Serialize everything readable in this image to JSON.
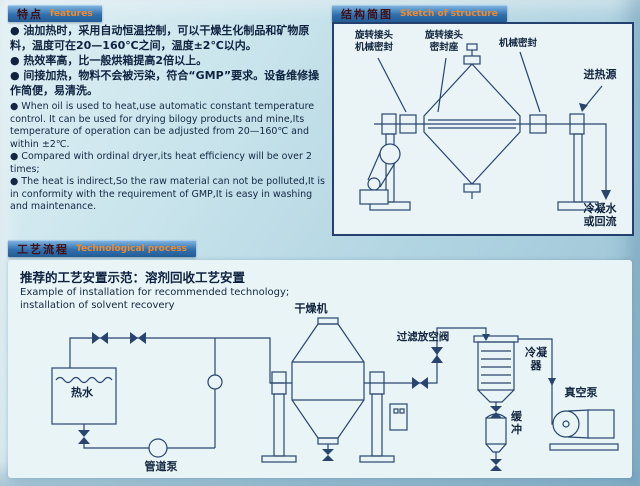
{
  "features": {
    "header_zh": "特点",
    "header_en": "features",
    "zh_bullets": [
      "● 油加热时，采用自动恒温控制，可以干燥生化制品和矿物原料，温度可在20—160℃之间，温度±2℃以内。",
      "● 热效率高，比一般烘箱提高2倍以上。",
      "● 间接加热，物料不会被污染，符合“GMP”要求。设备维修操作简便，易清洗。"
    ],
    "en_bullets": [
      "● When oil is used to heat,use automatic constant temperature control. It can be used for drying bilogy products and mine,Its temperature of operation can be adjusted from 20—160℃ and within ±2℃.",
      "● Compared with ordinal dryer,its heat efficiency will be over 2 times;",
      "● The heat is indirect,So the raw material can not be polluted,It is in conformity with the requirement of GMP,It is easy in washing and maintenance."
    ]
  },
  "structure": {
    "header_zh": "结构简图",
    "header_en": "Sketch of structure",
    "labels": {
      "rotary_joint_seal": "旋转接头\n机械密封",
      "rotary_joint_seat": "旋转接头\n密封座",
      "mech_seal": "机械密封",
      "heat_inlet": "进热源",
      "condensate": "冷凝水\n或回流"
    }
  },
  "process": {
    "header_zh": "工艺流程",
    "header_en": "Technological process",
    "title_zh": "推荐的工艺安置示范：溶剂回收工艺安置",
    "title_en": "Example of installation for recommended technology;\ninstallation of solvent recovery",
    "labels": {
      "dryer": "干燥机",
      "filter_vent_valve": "过滤放空阀",
      "condenser": "冷凝器",
      "hot_water": "热水",
      "buffer": "缓冲",
      "vacuum_pump": "真空泵",
      "pipeline_pump": "管道泵"
    }
  }
}
